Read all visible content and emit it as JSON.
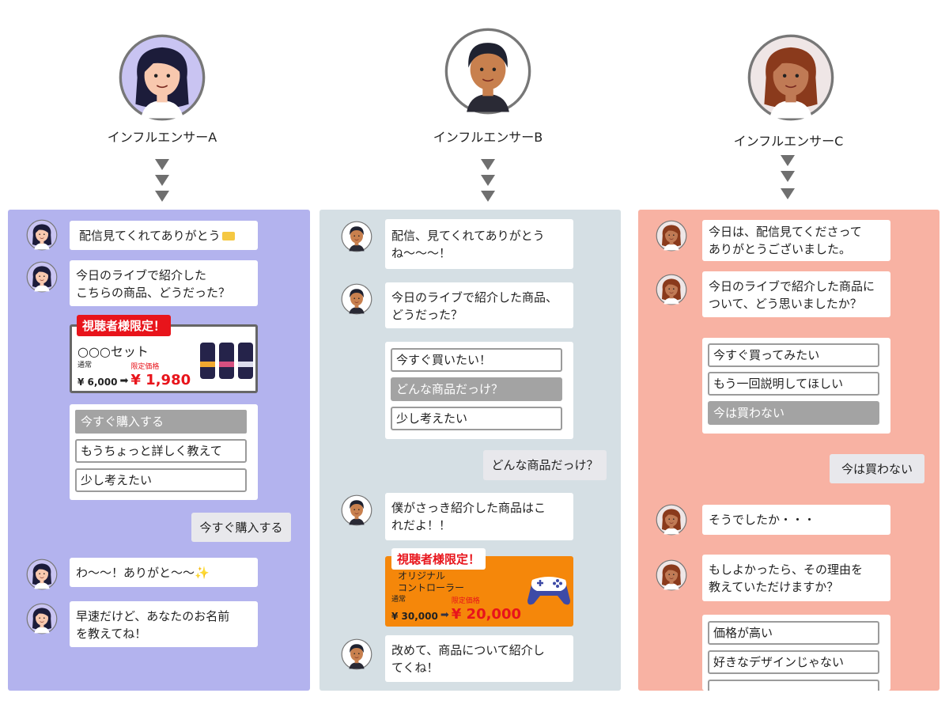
{
  "colors": {
    "panel_a": "#b3b3ee",
    "panel_b": "#d5dfe4",
    "panel_c": "#f8b2a3",
    "selected_option": "#a3a3a3",
    "promo_red": "#e8141b",
    "promo_orange": "#f5870a"
  },
  "columns": [
    {
      "name": "インフルエンサーA",
      "messages": [
        "配信見てくれてありがとう",
        "今日のライブで紹介した\nこちらの商品、どうだった？",
        "わ〜〜！ありがと〜〜✨",
        "早速だけど、あなたのお名前\nを教えてね！"
      ],
      "product": {
        "tag": "視聴者様限定！",
        "title": "○○○セット",
        "regular_label": "通常",
        "regular_price": "¥ 6,000",
        "sale_label": "限定価格",
        "sale_price": "¥ 1,980"
      },
      "options": [
        "今すぐ購入する",
        "もうちょっと詳しく教えて",
        "少し考えたい"
      ],
      "selected": 0,
      "reply": "今すぐ購入する"
    },
    {
      "name": "インフルエンサーB",
      "messages": [
        "配信、見てくれてありがとう\nね〜〜〜！",
        "今日のライブで紹介した商品、\nどうだった？",
        "僕がさっき紹介した商品はこ\nれだよ！！",
        "改めて、商品について紹介し\nてくね！"
      ],
      "product": {
        "tag": "視聴者様限定！",
        "title": "オリジナル\nコントローラー",
        "regular_label": "通常",
        "regular_price": "¥ 30,000",
        "sale_label": "限定価格",
        "sale_price": "¥ 20,000"
      },
      "options": [
        "今すぐ買いたい！",
        "どんな商品だっけ？",
        "少し考えたい"
      ],
      "selected": 1,
      "reply": "どんな商品だっけ？"
    },
    {
      "name": "インフルエンサーC",
      "messages": [
        "今日は、配信見てくださって\nありがとうございました。",
        "今日のライブで紹介した商品に\nついて、どう思いましたか？",
        "そうでしたか・・・",
        "もしよかったら、その理由を\n教えていただけますか？"
      ],
      "options": [
        "今すぐ買ってみたい",
        "もう一回説明してほしい",
        "今は買わない"
      ],
      "selected": 2,
      "reply": "今は買わない",
      "options2": [
        "価格が高い",
        "好きなデザインじゃない",
        ""
      ]
    }
  ]
}
